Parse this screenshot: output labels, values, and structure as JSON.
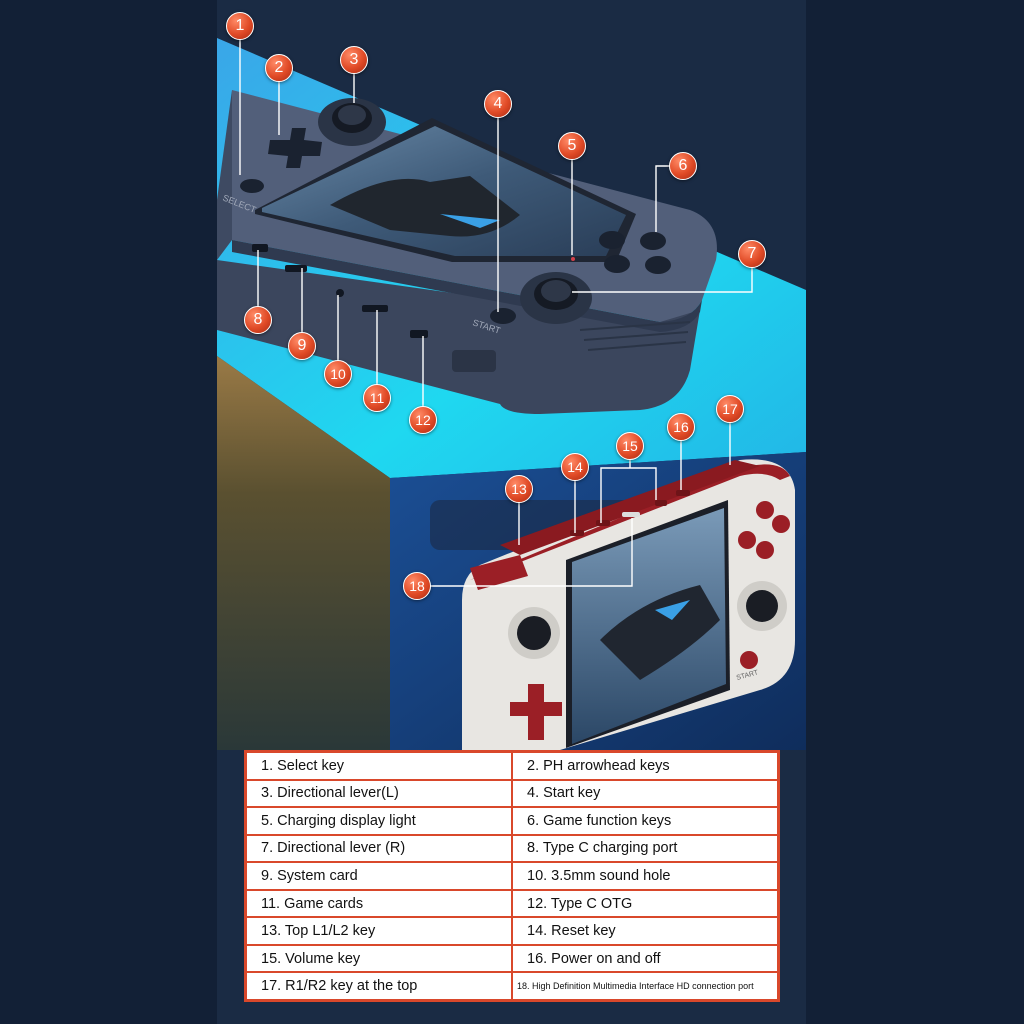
{
  "device_text": {
    "select": "SELECT",
    "start": "START",
    "start_front": "START"
  },
  "callouts": [
    "1",
    "2",
    "3",
    "4",
    "5",
    "6",
    "7",
    "8",
    "9",
    "10",
    "11",
    "12",
    "13",
    "14",
    "15",
    "16",
    "17",
    "18"
  ],
  "legend": [
    "1. Select key",
    "2. PH arrowhead keys",
    "3. Directional lever(L)",
    "4. Start key",
    "5. Charging display light",
    "6. Game function keys",
    "7. Directional lever (R)",
    "8. Type C charging port",
    "9. System card",
    "10. 3.5mm sound hole",
    "11. Game cards",
    "12. Type C OTG",
    "13. Top L1/L2 key",
    "14. Reset key",
    "15. Volume key",
    "16. Power on and off",
    "17. R1/R2 key at the top",
    "18. High Definition Multimedia Interface HD connection port"
  ],
  "colors": {
    "callout": "#e04a26",
    "legend_border": "#d9482b",
    "background": "#13203a"
  }
}
